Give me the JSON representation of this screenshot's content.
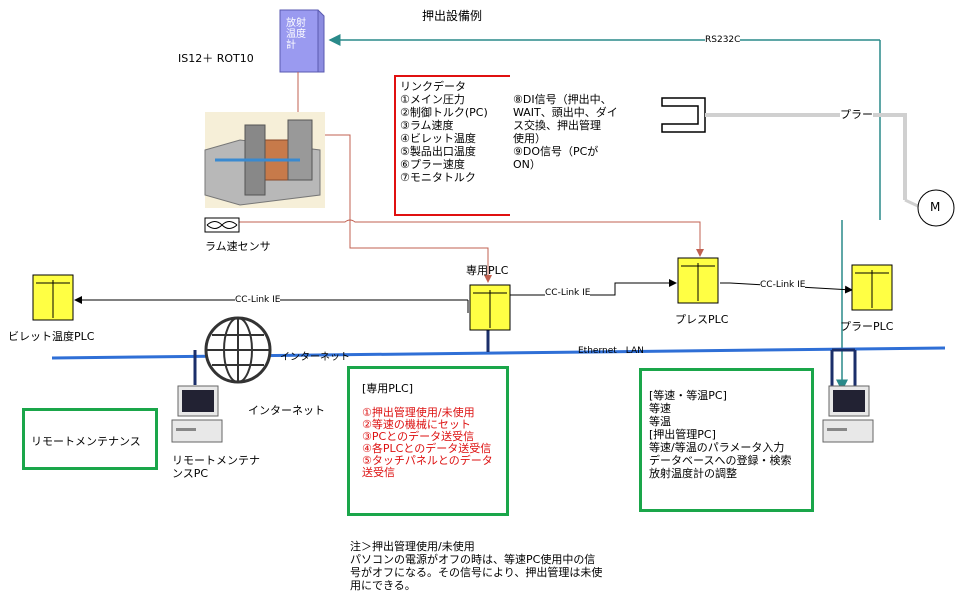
{
  "title": "押出設備例",
  "thermometer": {
    "label": [
      "放射",
      "温度",
      "計"
    ],
    "model": "IS12＋ ROT10"
  },
  "ram_sensor": "ラム速センサ",
  "link_data": {
    "col1": [
      "リンクデータ",
      "①メイン圧力",
      "②制御トルク(PC)",
      "③ラム速度",
      "④ビレット温度",
      "⑤製品出口温度",
      "⑥プラー速度",
      "⑦モニタトルク"
    ],
    "col2": [
      "⑧DI信号（押出中、",
      "WAIT、頭出中、ダイ",
      "ス交換、押出管理",
      "使用）",
      "⑨DO信号（PCが",
      "ON）"
    ]
  },
  "puller": "プラー",
  "motor": "M",
  "rs232c": "RS232C",
  "plcs": {
    "billet": "ビレット温度PLC",
    "dedicated": "専用PLC",
    "press": "プレスPLC",
    "puller": "プラーPLC"
  },
  "links": {
    "cc1": "CC-Link IE",
    "cc2": "CC-Link IE",
    "cc3": "CC-Link IE"
  },
  "internet": {
    "label1": "インターネット",
    "label2": "インターネット"
  },
  "ethernet": "Ethernet　LAN",
  "remote_pc": [
    "リモートメンテナ",
    "ンスPC"
  ],
  "remote_box": "リモートメンテナンス",
  "dedicated_box": {
    "title": "[専用PLC]",
    "items": [
      "①押出管理使用/未使用",
      "②等速の機械にセット",
      "③PCとのデータ送受信",
      "④各PLCとのデータ送受信",
      "⑤タッチパネルとのデータ",
      "送受信"
    ]
  },
  "pc_box": {
    "lines": [
      "[等速・等温PC]",
      "等速",
      "等温",
      "[押出管理PC]",
      "等速/等温のパラメータ入力",
      "データベースへの登録・検索",
      "放射温度計の調整"
    ]
  },
  "note": [
    "注＞押出管理使用/未使用",
    "パソコンの電源がオフの時は、等速PC使用中の信",
    "号がオフになる。その信号により、押出管理は未使",
    "用にできる。"
  ],
  "colors": {
    "red": "#dd1111",
    "green": "#1aa64a",
    "blue": "#2f6fd6",
    "teal": "#2a8a8a",
    "plc_yellow": "#ffff44"
  }
}
